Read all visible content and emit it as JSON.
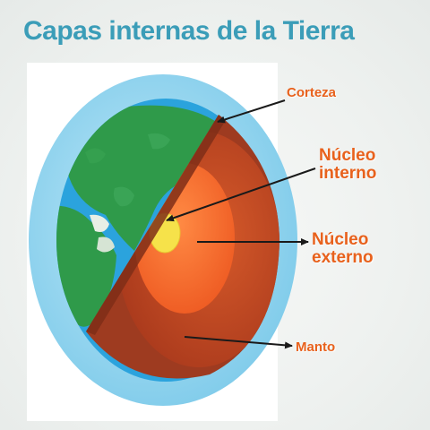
{
  "title": "Capas internas de la Tierra",
  "labels": {
    "corteza": "Corteza",
    "nucleo_interno": [
      "Núcleo",
      "interno"
    ],
    "nucleo_externo": [
      "Núcleo",
      "externo"
    ],
    "manto": "Manto"
  },
  "colors": {
    "title": "#3b9db8",
    "label": "#e8611c",
    "ocean_halo": "#8fd3ee",
    "ocean": "#2ba3dd",
    "land": "#2f9a4a",
    "crust": "#9e3b20",
    "mantle": "#c24a22",
    "outer_core": "#f26a2a",
    "inner_core": "#f6e24a",
    "arrow": "#1a1a1a"
  }
}
